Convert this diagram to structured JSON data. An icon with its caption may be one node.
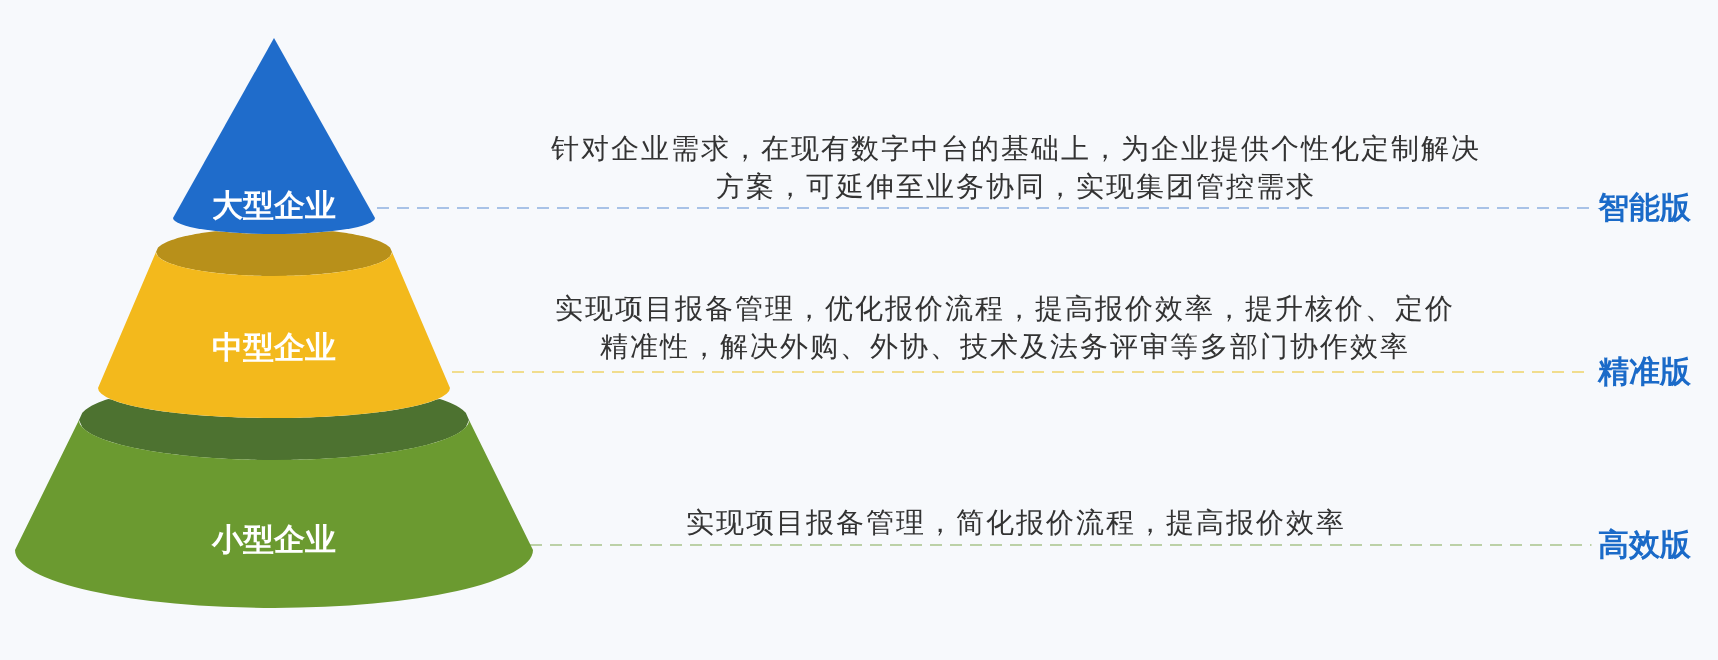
{
  "diagram": {
    "nodes": [
      {
        "text": [
          "大型企业"
        ]
      },
      {
        "text": [
          "中型企业"
        ]
      },
      {
        "text": [
          "小型企业"
        ]
      },
      {
        "text": [
          "智能版"
        ]
      },
      {
        "text": [
          "精准版"
        ]
      },
      {
        "text": [
          "高效版"
        ]
      }
    ],
    "edges": [
      {
        "from": 0,
        "to": 3,
        "arrow": "none",
        "style": "dashed",
        "color": "#8fb0e0"
      },
      {
        "from": 1,
        "to": 4,
        "arrow": "none",
        "style": "dashed",
        "color": "#f0d36a"
      },
      {
        "from": 2,
        "to": 5,
        "arrow": "none",
        "style": "dashed",
        "color": "#a9c48a"
      }
    ],
    "labels": [
      "针对企业需求，在现有数字中台的基础上，为企业提供个性化定制解决方案，可延伸至业务协同，实现集团管控需求",
      "实现项目报备管理，优化报价流程，提高报价效率，提升核价、定价精准性，解决外购、外协、技术及法务评审等多部门协作效率",
      "实现项目报备管理，简化报价流程，提高报价效率"
    ]
  }
}
